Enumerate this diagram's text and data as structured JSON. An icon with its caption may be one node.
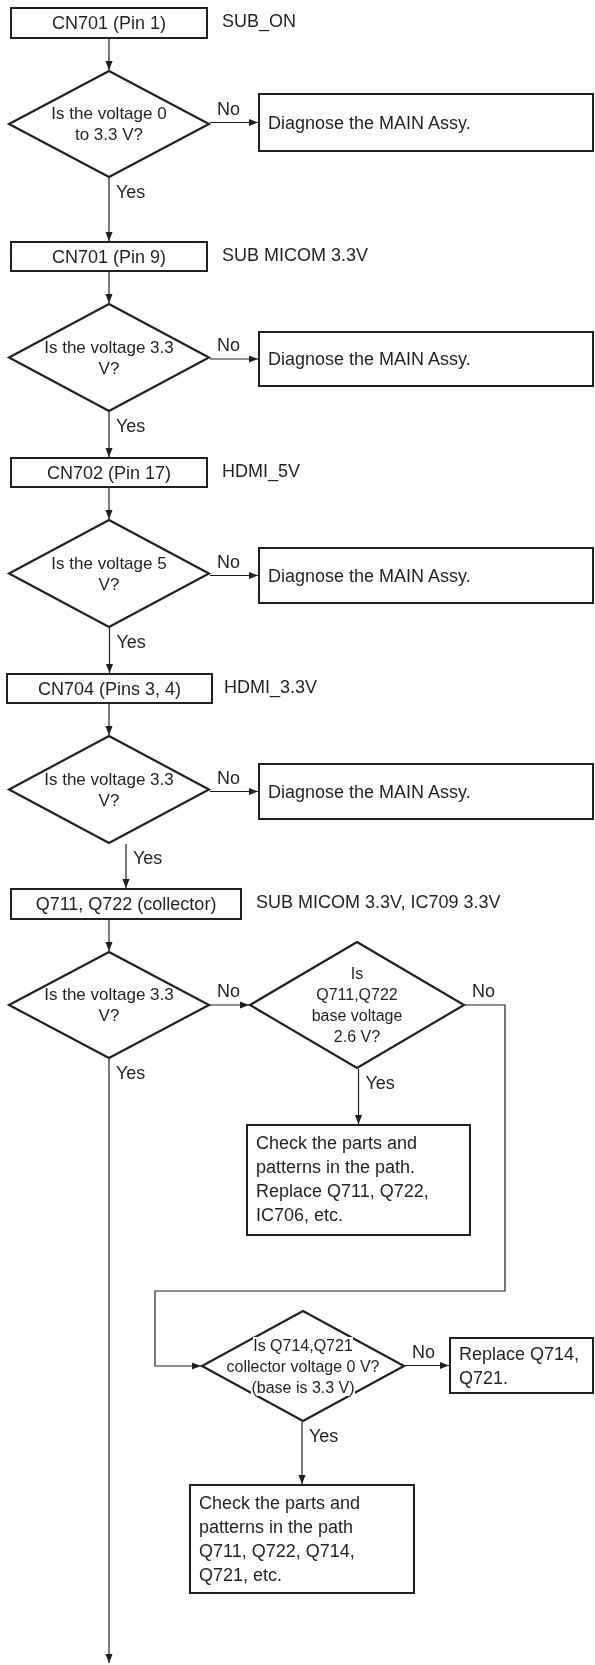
{
  "diagram": {
    "nodes": [
      {
        "text": [
          "CN701 (Pin 1)"
        ],
        "beside": [
          "SUB_ON"
        ]
      },
      {
        "text": [
          "Is the voltage 0 to 3.3 V?"
        ]
      },
      {
        "text": [
          "Diagnose the MAIN Assy."
        ]
      },
      {
        "text": [
          "CN701 (Pin 9)"
        ],
        "beside": [
          "SUB MICOM 3.3V"
        ]
      },
      {
        "text": [
          "Is the voltage 3.3 V?"
        ]
      },
      {
        "text": [
          "Diagnose the MAIN Assy."
        ]
      },
      {
        "text": [
          "CN702 (Pin 17)"
        ],
        "beside": [
          "HDMI_5V"
        ]
      },
      {
        "text": [
          "Is the voltage 5 V?"
        ]
      },
      {
        "text": [
          "Diagnose the MAIN Assy."
        ]
      },
      {
        "text": [
          "CN704 (Pins 3, 4)"
        ],
        "beside": [
          "HDMI_3.3V"
        ]
      },
      {
        "text": [
          "Is the voltage 3.3 V?"
        ]
      },
      {
        "text": [
          "Diagnose the MAIN Assy."
        ]
      },
      {
        "text": [
          "Q711, Q722 (collector)"
        ],
        "beside": [
          "SUB MICOM 3.3V, IC709 3.3V"
        ]
      },
      {
        "text": [
          "Is the voltage 3.3 V?"
        ]
      },
      {
        "text": [
          "Is Q711,Q722 base voltage 2.6 V?"
        ]
      },
      {
        "text": [
          "Check the parts and patterns in the path. Replace Q711, Q722, IC706, etc."
        ]
      },
      {
        "text": [
          "Is Q714,Q721 collector voltage 0 V? (base is 3.3 V)"
        ]
      },
      {
        "text": [
          "Replace Q714, Q721."
        ]
      },
      {
        "text": [
          "Check the parts and patterns in the path Q711, Q722, Q714, Q721, etc."
        ]
      }
    ],
    "edges": [
      {
        "from": 0,
        "to": 1,
        "arrow": "to"
      },
      {
        "from": 1,
        "to": 2,
        "arrow": "to",
        "label": "No"
      },
      {
        "from": 1,
        "to": 3,
        "arrow": "to",
        "label": "Yes"
      },
      {
        "from": 3,
        "to": 4,
        "arrow": "to"
      },
      {
        "from": 4,
        "to": 5,
        "arrow": "to",
        "label": "No"
      },
      {
        "from": 4,
        "to": 6,
        "arrow": "to",
        "label": "Yes"
      },
      {
        "from": 6,
        "to": 7,
        "arrow": "to"
      },
      {
        "from": 7,
        "to": 8,
        "arrow": "to",
        "label": "No"
      },
      {
        "from": 7,
        "to": 9,
        "arrow": "to",
        "label": "Yes"
      },
      {
        "from": 9,
        "to": 10,
        "arrow": "to"
      },
      {
        "from": 10,
        "to": 11,
        "arrow": "to",
        "label": "No"
      },
      {
        "from": 10,
        "to": 12,
        "arrow": "to",
        "label": "Yes"
      },
      {
        "from": 12,
        "to": 13,
        "arrow": "to"
      },
      {
        "from": 13,
        "to": 14,
        "arrow": "to",
        "label": "No"
      },
      {
        "from": 13,
        "to": null,
        "arrow": "to",
        "label": "Yes"
      },
      {
        "from": 14,
        "to": 15,
        "arrow": "to",
        "label": "Yes"
      },
      {
        "from": 14,
        "to": 16,
        "arrow": "to",
        "label": "No"
      },
      {
        "from": 16,
        "to": 17,
        "arrow": "to",
        "label": "No"
      },
      {
        "from": 16,
        "to": 18,
        "arrow": "to",
        "label": "Yes"
      }
    ]
  }
}
